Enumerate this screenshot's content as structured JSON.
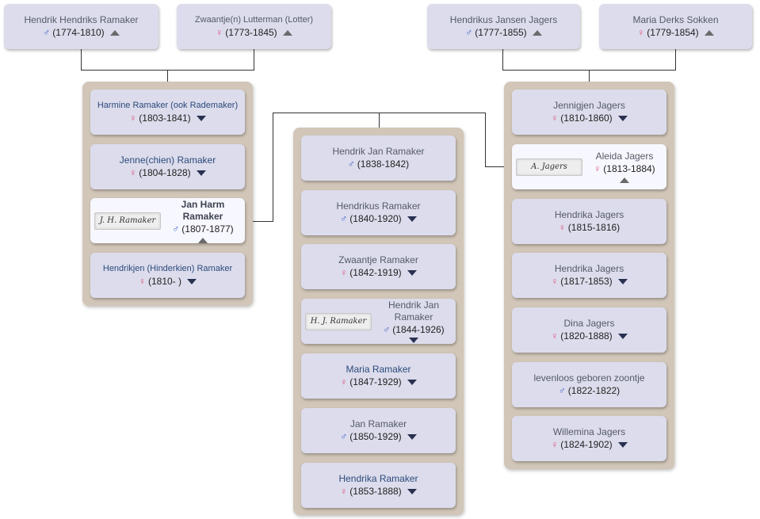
{
  "parents": [
    {
      "name": "Hendrik Hendriks Ramaker",
      "sex": "male",
      "dates": "(1774-1810)"
    },
    {
      "name": "Zwaantje(n) Lutterman (Lotter)",
      "sex": "female",
      "dates": "(1773-1845)"
    },
    {
      "name": "Hendrikus Jansen Jagers",
      "sex": "male",
      "dates": "(1777-1855)"
    },
    {
      "name": "Maria Derks Sokken",
      "sex": "female",
      "dates": "(1779-1854)"
    }
  ],
  "ramaker_siblings": [
    {
      "name": "Harmine Ramaker (ook Rademaker)",
      "sex": "female",
      "dates": "(1803-1841)"
    },
    {
      "name": "Jenne(chien) Ramaker",
      "sex": "female",
      "dates": "(1804-1828)"
    },
    {
      "name": "Jan Harm Ramaker",
      "sex": "male",
      "dates": "(1807-1877)",
      "signature": "J. H. Ramaker"
    },
    {
      "name": "Hendrikjen (Hinderkien) Ramaker",
      "sex": "female",
      "dates": "(1810- )"
    }
  ],
  "children": [
    {
      "name": "Hendrik Jan Ramaker",
      "sex": "male",
      "dates": "(1838-1842)"
    },
    {
      "name": "Hendrikus Ramaker",
      "sex": "male",
      "dates": "(1840-1920)"
    },
    {
      "name": "Zwaantje Ramaker",
      "sex": "female",
      "dates": "(1842-1919)"
    },
    {
      "name": "Hendrik Jan Ramaker",
      "sex": "male",
      "dates": "(1844-1926)",
      "signature": "H. J. Ramaker"
    },
    {
      "name": "Maria Ramaker",
      "sex": "female",
      "dates": "(1847-1929)"
    },
    {
      "name": "Jan Ramaker",
      "sex": "male",
      "dates": "(1850-1929)"
    },
    {
      "name": "Hendrika Ramaker",
      "sex": "female",
      "dates": "(1853-1888)"
    }
  ],
  "jagers_siblings": [
    {
      "name": "Jennigjen Jagers",
      "sex": "female",
      "dates": "(1810-1860)"
    },
    {
      "name": "Aleida Jagers",
      "sex": "female",
      "dates": "(1813-1884)",
      "signature": "A. Jagers"
    },
    {
      "name": "Hendrika Jagers",
      "sex": "female",
      "dates": "(1815-1816)"
    },
    {
      "name": "Hendrika Jagers",
      "sex": "female",
      "dates": "(1817-1853)"
    },
    {
      "name": "Dina Jagers",
      "sex": "female",
      "dates": "(1820-1888)"
    },
    {
      "name": "levenloos geboren zoontje",
      "sex": "male",
      "dates": "(1822-1822)"
    },
    {
      "name": "Willemina Jagers",
      "sex": "female",
      "dates": "(1824-1902)"
    }
  ],
  "symbols": {
    "male": "♂",
    "female": "♀"
  }
}
